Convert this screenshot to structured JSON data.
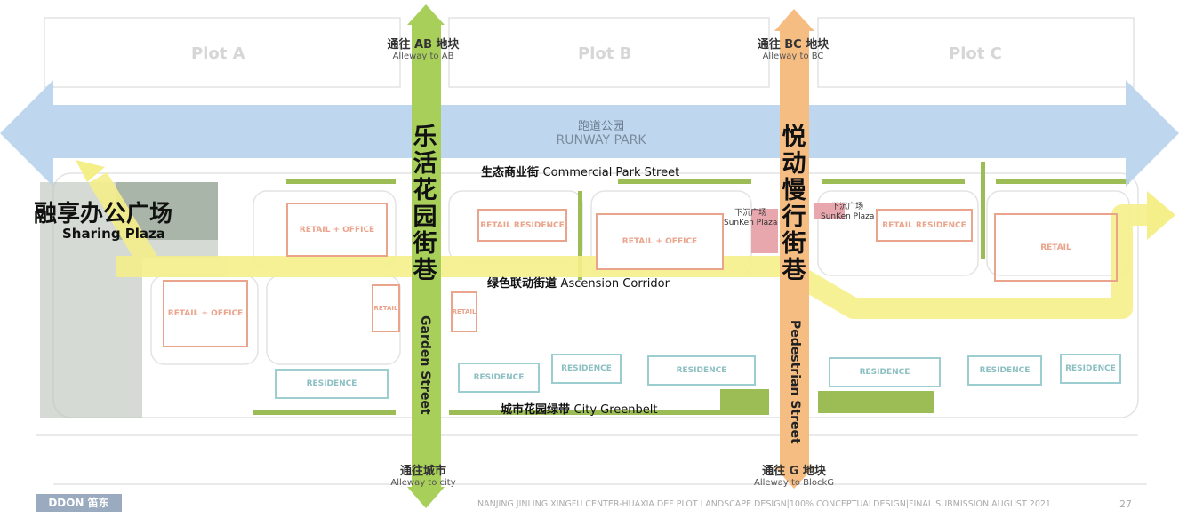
{
  "plots": [
    "Plot A",
    "Plot B",
    "Plot C"
  ],
  "runway_park": {
    "cn": "跑道公园",
    "en": "RUNWAY PARK"
  },
  "garden_street": {
    "cn": "乐活花园街巷",
    "en": "Garden Street"
  },
  "pedestrian_street": {
    "cn": "悦动慢行街巷",
    "en": "Pedestrian Street"
  },
  "alleys": {
    "ab": {
      "cn": "通往 AB 地块",
      "en": "Alleway to AB"
    },
    "bc": {
      "cn": "通往 BC 地块",
      "en": "Alleway to BC"
    },
    "city": {
      "cn": "通往城市",
      "en": "Alleway to city"
    },
    "g": {
      "cn": "通往 G 地块",
      "en": "Alleway to BlockG"
    }
  },
  "streets": {
    "commercial": {
      "cn": "生态商业街",
      "en": "Commercial Park Street"
    },
    "ascension": {
      "cn": "绿色联动街道",
      "en": "Ascension Corridor"
    },
    "greenbelt": {
      "cn": "城市花园绿带",
      "en": "City Greenbelt"
    }
  },
  "sharing_plaza": {
    "cn": "融享办公广场",
    "en": "Sharing Plaza"
  },
  "sunken_plaza": {
    "cn": "下沉广场",
    "en": "SunKen Plaza"
  },
  "buildings": {
    "retail_office": "RETAIL + OFFICE",
    "retail_residence": "RETAIL RESIDENCE",
    "retail": "RETAIL",
    "residence": "RESIDENCE"
  },
  "footer": {
    "logo": "DDON 笛东",
    "caption": "NANJING JINLING XINGFU CENTER-HUAXIA DEF PLOT LANDSCAPE DESIGN|100% CONCEPTUALDESIGN|FINAL SUBMISSION AUGUST 2021",
    "page": "27"
  },
  "colors": {
    "runway": "#b8d3ec",
    "garden": "#a7cf5a",
    "pedestrian": "#f6bd83",
    "corridor": "#f5ef8a"
  }
}
